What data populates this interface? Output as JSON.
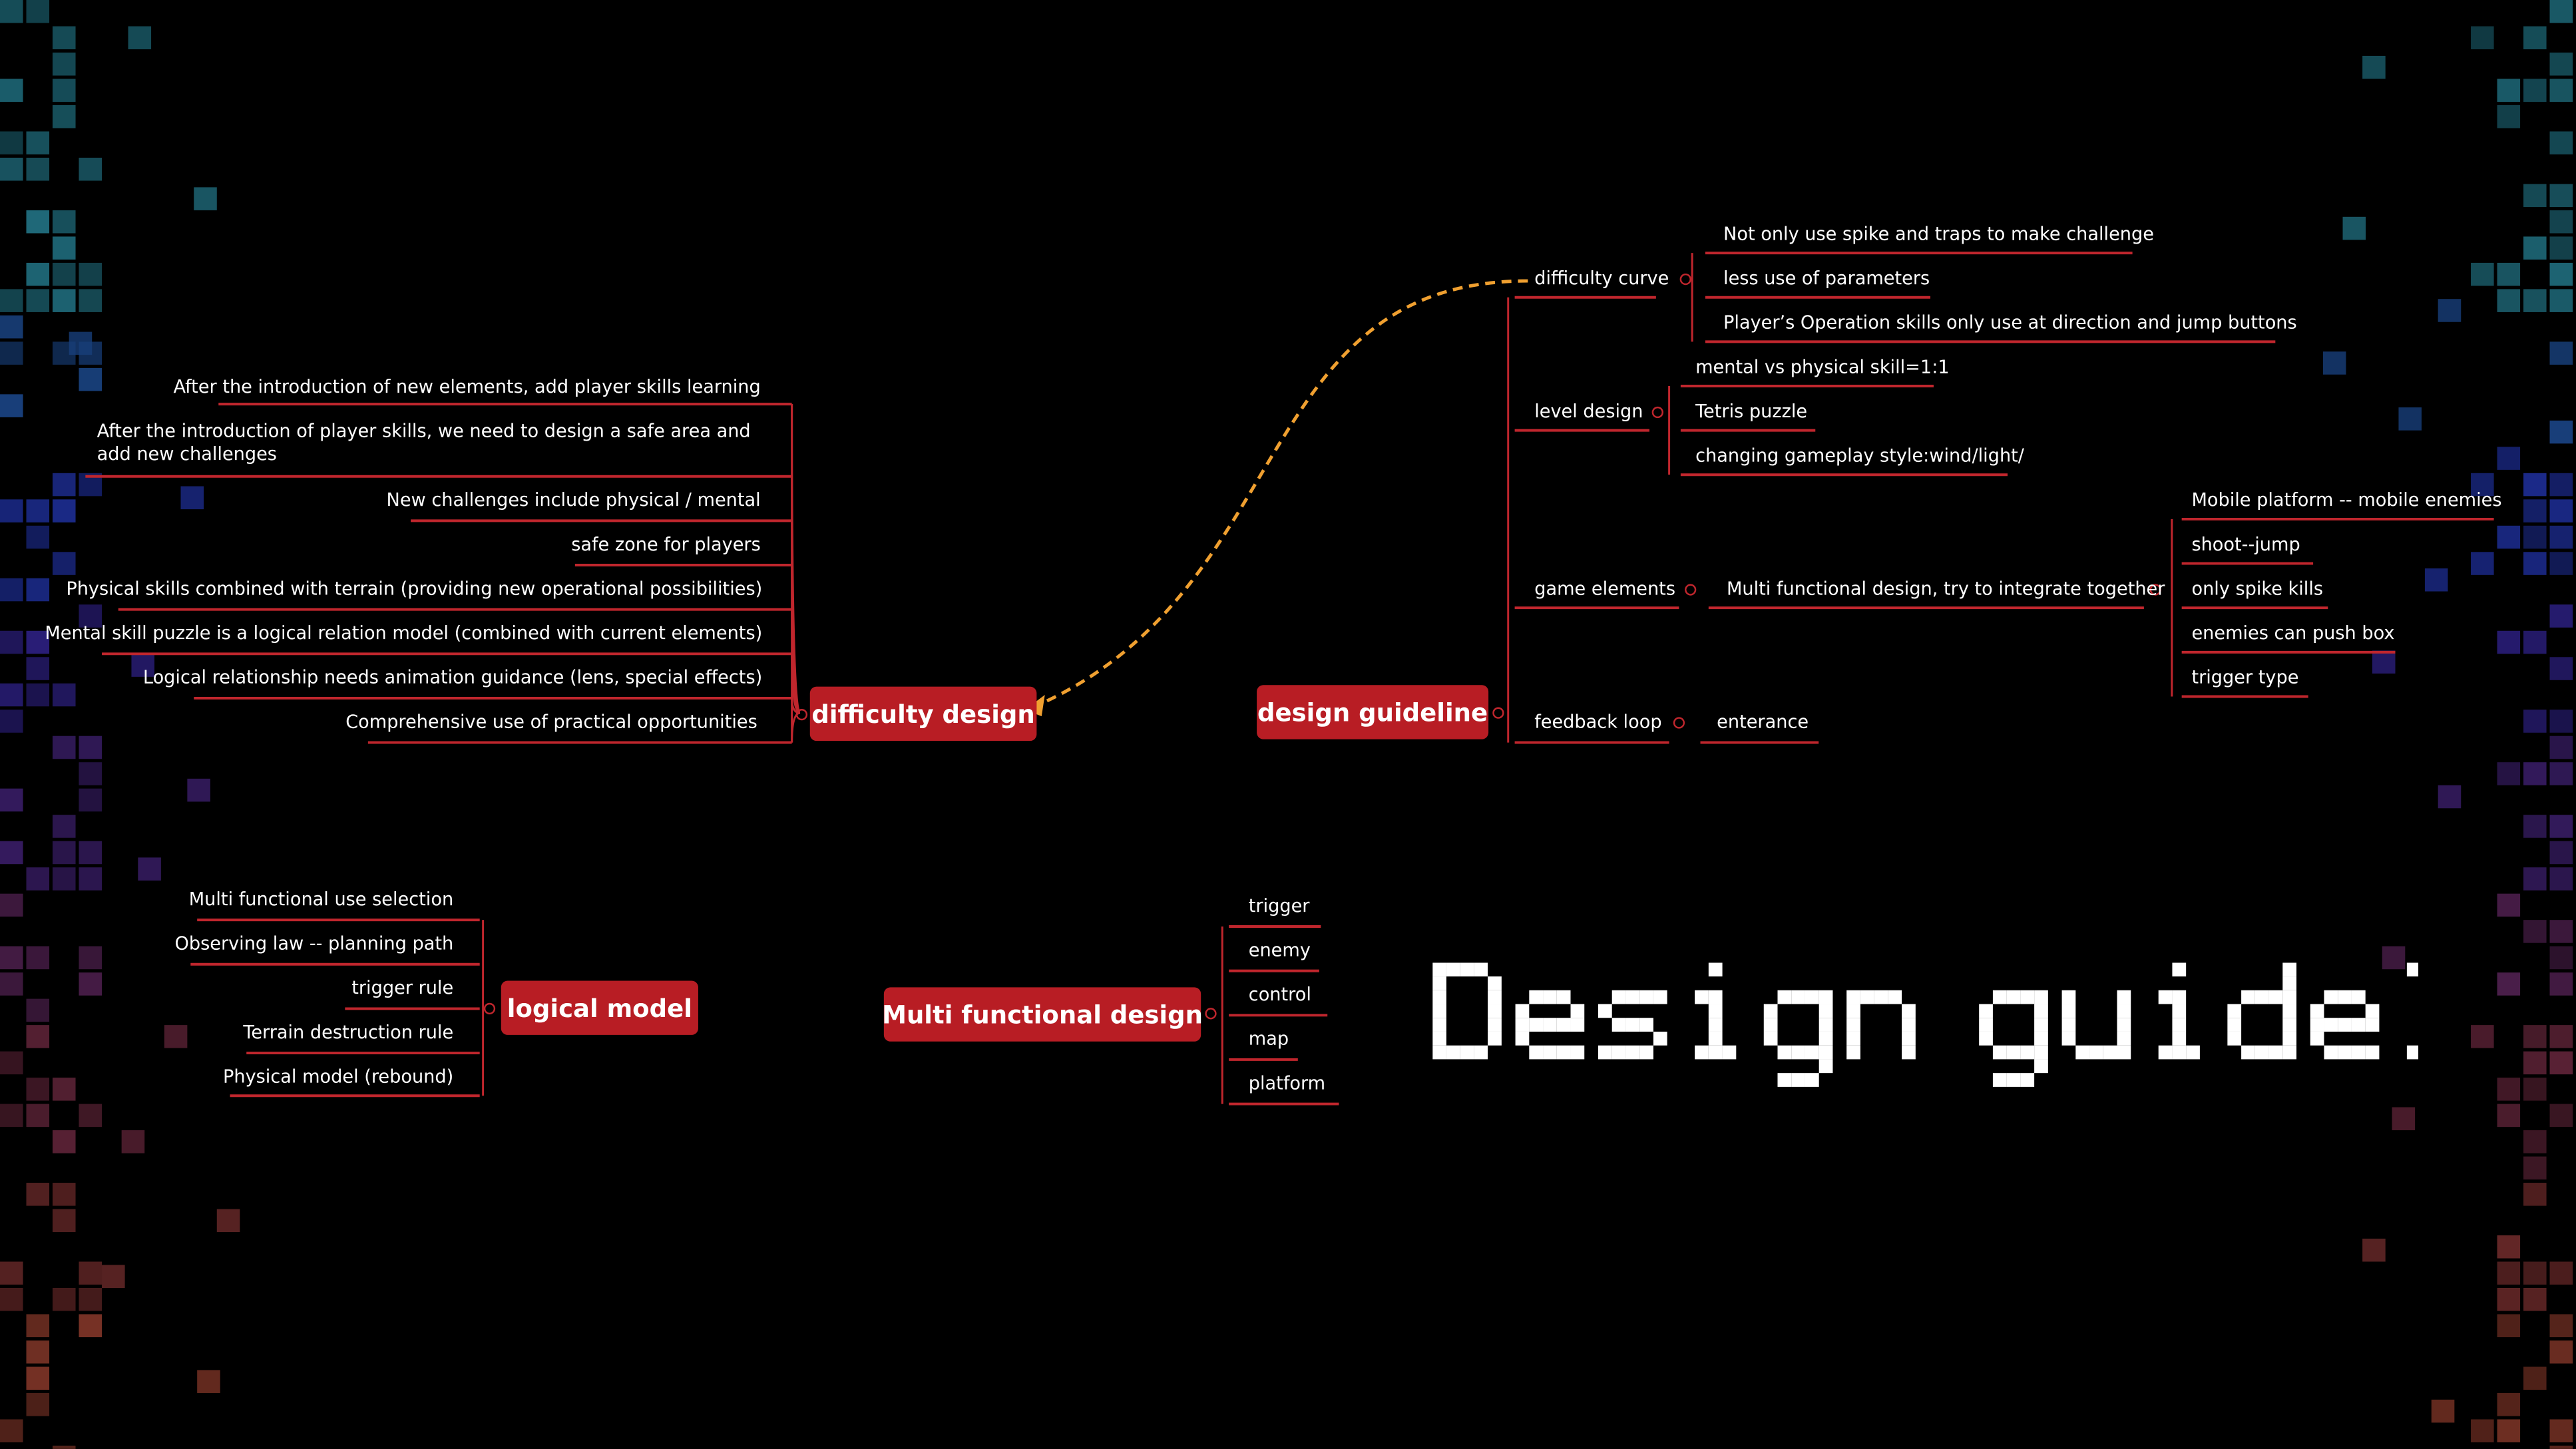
{
  "colors": {
    "background": "#000000",
    "topic_fill": "#b81d24",
    "line": "#c0262d",
    "relation_arrow": "#f0a030",
    "text": "#ffffff"
  },
  "title": "Design guideline",
  "difficulty_design": {
    "label": "difficulty design",
    "children": [
      "After the introduction of new elements, add player skills learning",
      "After the introduction of player skills, we need to design a safe area and add new challenges",
      "New challenges include physical / mental",
      "safe zone for players",
      "Physical skills combined with terrain (providing new operational possibilities)",
      "Mental skill puzzle is a logical relation model (combined with current elements)",
      "Logical relationship needs animation guidance (lens, special effects)",
      "Comprehensive use of practical opportunities"
    ]
  },
  "design_guideline": {
    "label": "design guideline",
    "branches": [
      {
        "label": "difficulty curve",
        "children": [
          "Not only use spike and traps to make challenge",
          "less use of  parameters",
          "Player’s Operation skills only use at direction  and jump buttons"
        ]
      },
      {
        "label": "level design",
        "children": [
          "mental vs physical skill=1:1",
          "Tetris puzzle",
          "changing gameplay style:wind/light/"
        ]
      },
      {
        "label": "game elements",
        "child": "Multi functional design, try to integrate together",
        "grandchildren": [
          "Mobile platform -- mobile enemies",
          "shoot--jump",
          "only spike kills",
          "enemies can push box",
          "trigger type"
        ]
      },
      {
        "label": "feedback loop",
        "child": "enterance"
      }
    ]
  },
  "logical_model": {
    "label": "logical model",
    "children": [
      "Multi functional use selection",
      "Observing law -- planning path",
      "trigger  rule",
      "Terrain destruction rule",
      "Physical model (rebound)"
    ]
  },
  "multi_functional_design": {
    "label": "Multi functional design",
    "children": [
      "trigger",
      "enemy",
      "control",
      "map",
      "platform"
    ]
  }
}
